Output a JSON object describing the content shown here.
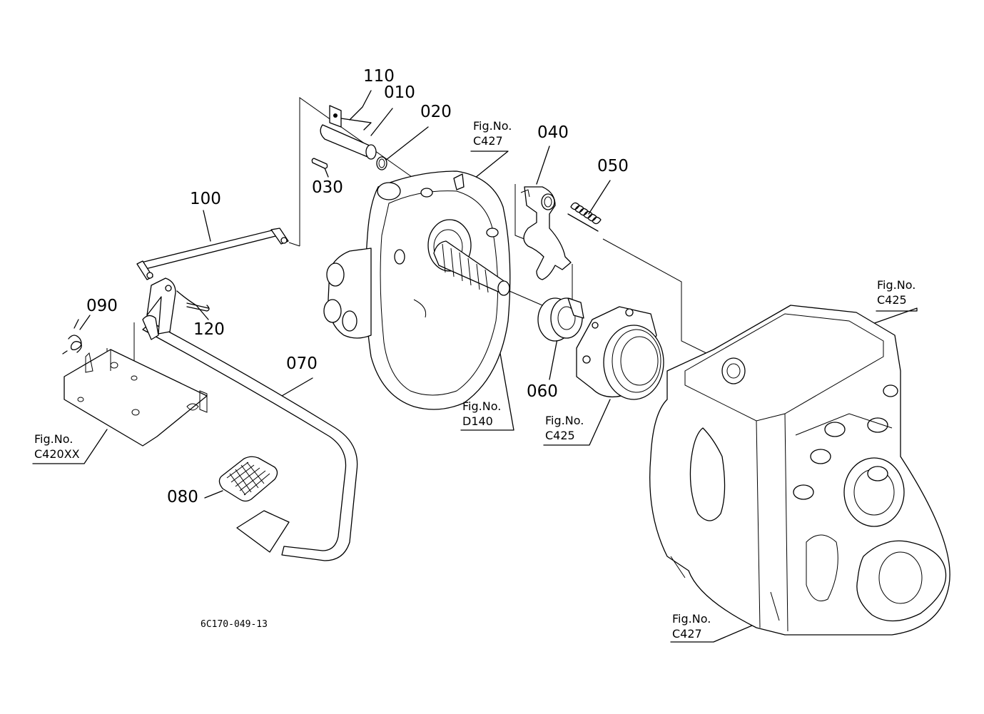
{
  "part_labels": {
    "p110": "110",
    "p010": "010",
    "p020": "020",
    "p030": "030",
    "p040": "040",
    "p050": "050",
    "p060": "060",
    "p070": "070",
    "p080": "080",
    "p090": "090",
    "p100": "100",
    "p120": "120"
  },
  "fig_refs": {
    "c427_top": {
      "line1": "Fig.No.",
      "line2": "C427"
    },
    "c425_right": {
      "line1": "Fig.No.",
      "line2": "C425"
    },
    "d140": {
      "line1": "Fig.No.",
      "line2": "D140"
    },
    "c425_mid": {
      "line1": "Fig.No.",
      "line2": "C425"
    },
    "c420xx": {
      "line1": "Fig.No.",
      "line2": "C420XX"
    },
    "c427_bottom": {
      "line1": "Fig.No.",
      "line2": "C427"
    }
  },
  "drawing_code": "6C170-049-13"
}
